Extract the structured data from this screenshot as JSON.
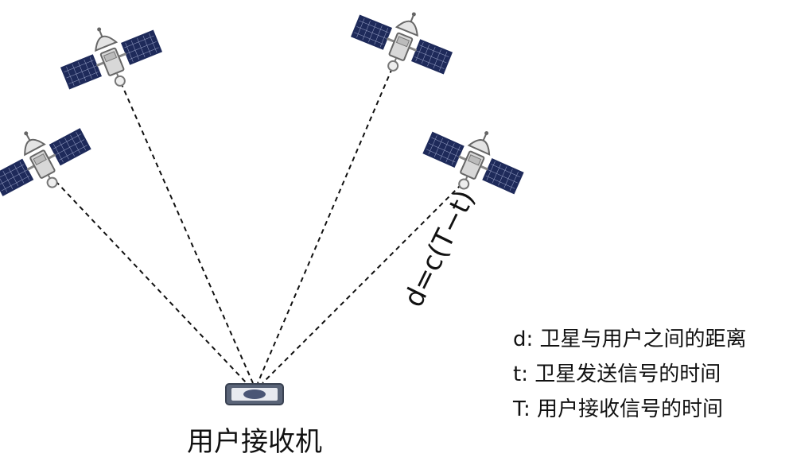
{
  "receiver": {
    "label": "用户接收机"
  },
  "formula": "d=c(T−t)",
  "legend": [
    {
      "key": "d",
      "text": "d: 卫星与用户之间的距离"
    },
    {
      "key": "t",
      "text": "t: 卫星发送信号的时间"
    },
    {
      "key": "T",
      "text": "T: 用户接收信号的时间"
    }
  ],
  "colors": {
    "panel": "#1e2a5a",
    "body": "#d8d8d8",
    "line": "#111111"
  }
}
